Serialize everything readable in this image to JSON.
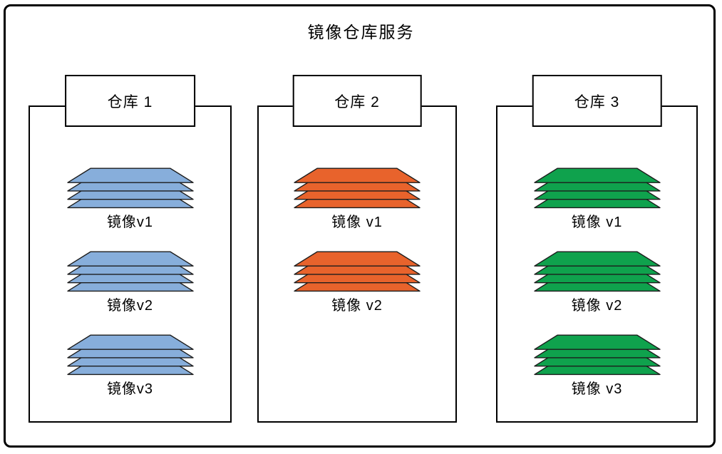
{
  "title": "镜像仓库服务",
  "colors": {
    "blue": "#87AEDB",
    "orange": "#E8632C",
    "green": "#0FA24D",
    "outline": "#1C1C1C",
    "border": "#000000"
  },
  "stack_icon": {
    "name": "stacked-image-layers",
    "layers_per_stack": 4
  },
  "repositories": [
    {
      "label": "仓库 1",
      "color_key": "blue",
      "images": [
        "镜像v1",
        "镜像v2",
        "镜像v3"
      ]
    },
    {
      "label": "仓库 2",
      "color_key": "orange",
      "images": [
        "镜像 v1",
        "镜像 v2"
      ]
    },
    {
      "label": "仓库 3",
      "color_key": "green",
      "images": [
        "镜像 v1",
        "镜像 v2",
        "镜像 v3"
      ]
    }
  ]
}
